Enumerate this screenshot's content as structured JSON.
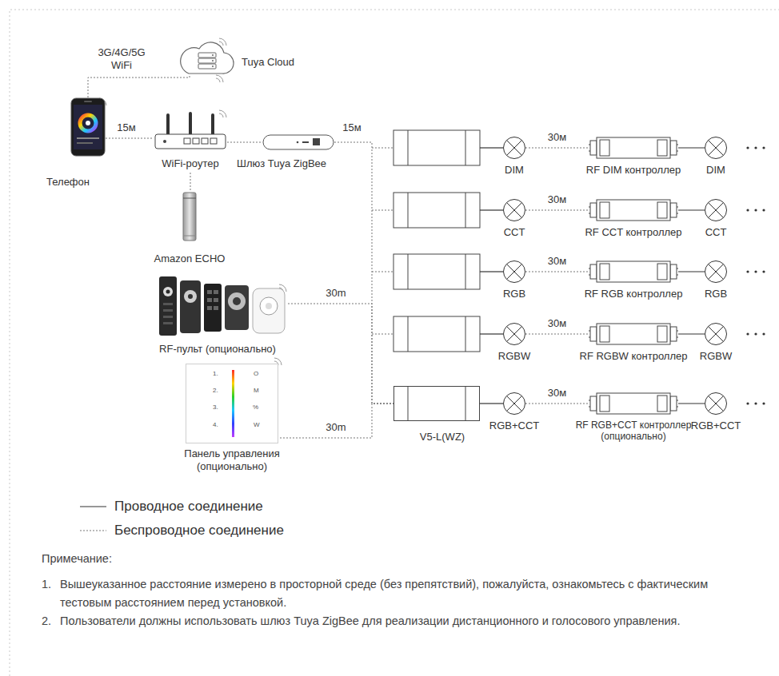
{
  "diagram": {
    "nodes": [
      {
        "text": [
          "Телефон"
        ]
      },
      {
        "text": [
          "Tuya Cloud"
        ]
      },
      {
        "text": [
          "WiFi-роутер"
        ]
      },
      {
        "text": [
          "Шлюз Tuya ZigBee"
        ]
      },
      {
        "text": [
          "Amazon ECHO"
        ]
      },
      {
        "text": [
          "RF-пульт (опционально)"
        ]
      },
      {
        "text": [
          "Панель управления (опционально)"
        ]
      },
      {
        "text": [
          "DIM"
        ]
      },
      {
        "text": [
          "RF DIM контроллер"
        ]
      },
      {
        "text": [
          "DIM"
        ]
      },
      {
        "text": [
          "CCT"
        ]
      },
      {
        "text": [
          "RF CCT контроллер"
        ]
      },
      {
        "text": [
          "CCT"
        ]
      },
      {
        "text": [
          "RGB"
        ]
      },
      {
        "text": [
          "RF RGB контроллер"
        ]
      },
      {
        "text": [
          "RGB"
        ]
      },
      {
        "text": [
          "RGBW"
        ]
      },
      {
        "text": [
          "RF RGBW контроллер"
        ]
      },
      {
        "text": [
          "RGBW"
        ]
      },
      {
        "text": [
          "V5-L(WZ)"
        ]
      },
      {
        "text": [
          "RGB+CCT"
        ]
      },
      {
        "text": [
          "RF RGB+CCT контроллер (опционально)"
        ]
      },
      {
        "text": [
          "RGB+CCT"
        ]
      }
    ],
    "edges": [
      {
        "from": 0,
        "to": 1,
        "label": "3G/4G/5G WiFi",
        "arrow": "none"
      },
      {
        "from": 0,
        "to": 2,
        "label": "15м",
        "arrow": "none"
      },
      {
        "from": 2,
        "to": 3,
        "arrow": "none"
      },
      {
        "from": 2,
        "to": 4,
        "arrow": "none"
      },
      {
        "from": 3,
        "to": 19,
        "label": "15м",
        "arrow": "none"
      },
      {
        "from": 5,
        "to": 19,
        "label": "30m",
        "arrow": "none"
      },
      {
        "from": 6,
        "to": 19,
        "label": "30m",
        "arrow": "none"
      },
      {
        "from": 19,
        "to": 20,
        "arrow": "none"
      },
      {
        "from": 7,
        "to": 8,
        "label": "30м",
        "arrow": "none"
      },
      {
        "from": 8,
        "to": 9,
        "arrow": "none"
      },
      {
        "from": 10,
        "to": 11,
        "label": "30м",
        "arrow": "none"
      },
      {
        "from": 11,
        "to": 12,
        "arrow": "none"
      },
      {
        "from": 13,
        "to": 14,
        "label": "30м",
        "arrow": "none"
      },
      {
        "from": 14,
        "to": 15,
        "arrow": "none"
      },
      {
        "from": 16,
        "to": 17,
        "label": "30м",
        "arrow": "none"
      },
      {
        "from": 17,
        "to": 18,
        "arrow": "none"
      },
      {
        "from": 20,
        "to": 21,
        "label": "30м",
        "arrow": "none"
      },
      {
        "from": 21,
        "to": 22,
        "arrow": "none"
      }
    ],
    "labels": [
      "1.",
      "2.",
      "3.",
      "4.",
      "O",
      "M",
      "%",
      "W",
      "Примечание:",
      "1.",
      "Вышеуказанное расстояние измерено в просторной среде (без препятствий), пожалуйста, ознакомьтесь с фактическим тестовым расстоянием перед установкой.",
      "2.",
      "Пользователи должны использовать шлюз Tuya ZigBee для реализации дистанционного и голосового управления."
    ],
    "legend": [
      {
        "text": "Проводное соединение"
      },
      {
        "text": "Беспроводное соединение"
      }
    ]
  }
}
